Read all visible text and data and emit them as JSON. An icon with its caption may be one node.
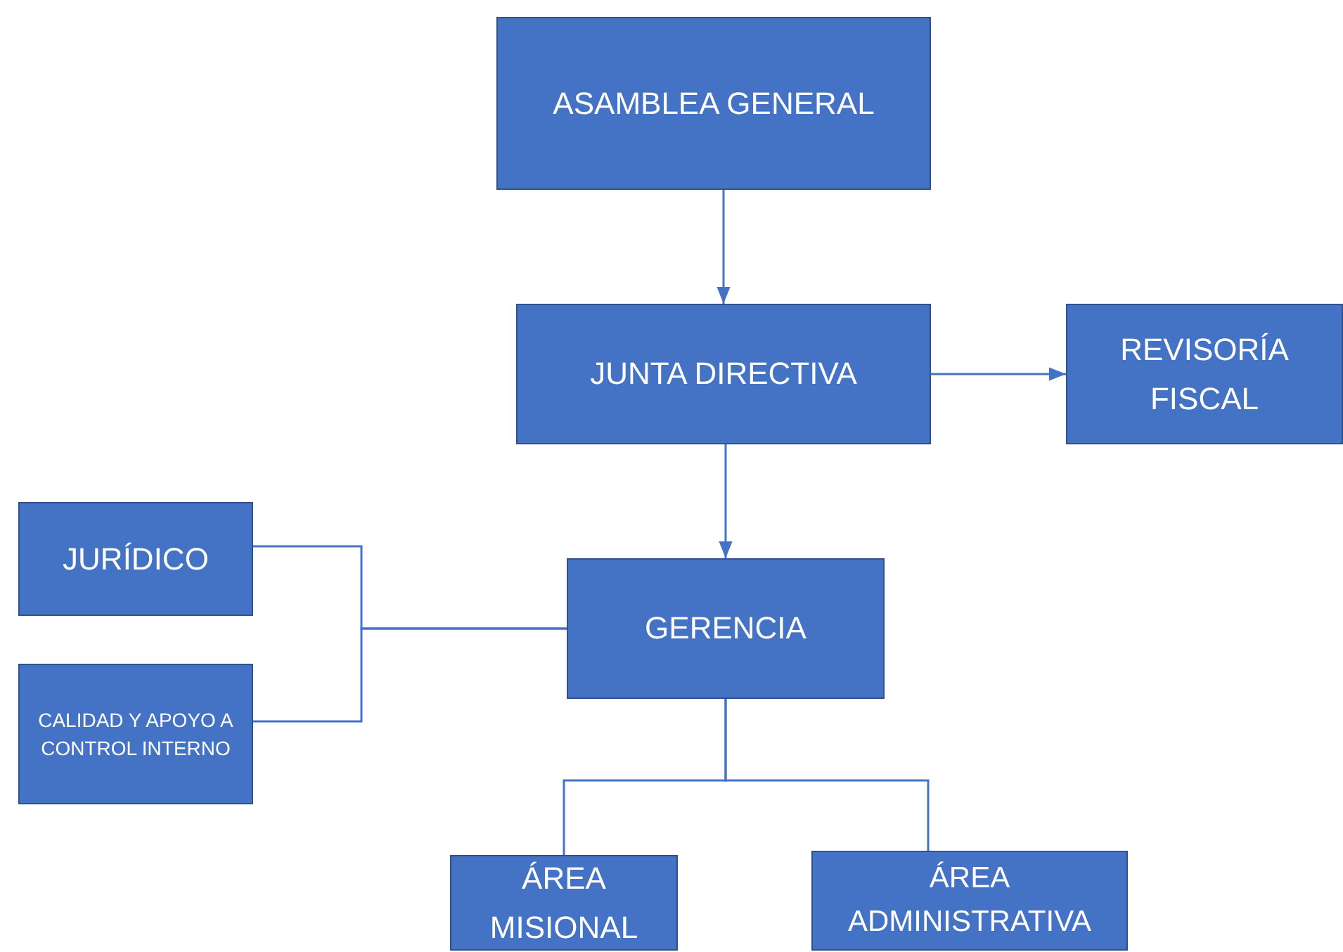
{
  "diagram": {
    "nodes": [
      {
        "text": [
          "ASAMBLEA GENERAL"
        ]
      },
      {
        "text": [
          "JUNTA DIRECTIVA"
        ]
      },
      {
        "text": [
          "REVISORÍA FISCAL"
        ]
      },
      {
        "text": [
          "JURÍDICO"
        ]
      },
      {
        "text": [
          "CALIDAD Y APOYO A CONTROL INTERNO"
        ]
      },
      {
        "text": [
          "GERENCIA"
        ]
      },
      {
        "text": [
          "ÁREA MISIONAL"
        ]
      },
      {
        "text": [
          "ÁREA ADMINISTRATIVA"
        ]
      }
    ],
    "edges": [
      {
        "from": 0,
        "to": 1,
        "arrow": "to"
      },
      {
        "from": 1,
        "to": 2,
        "arrow": "to"
      },
      {
        "from": 1,
        "to": 5,
        "arrow": "to"
      },
      {
        "from": 5,
        "to": 3,
        "arrow": "none"
      },
      {
        "from": 5,
        "to": 4,
        "arrow": "none"
      },
      {
        "from": 5,
        "to": 6,
        "arrow": "none"
      },
      {
        "from": 5,
        "to": 7,
        "arrow": "none"
      }
    ]
  }
}
